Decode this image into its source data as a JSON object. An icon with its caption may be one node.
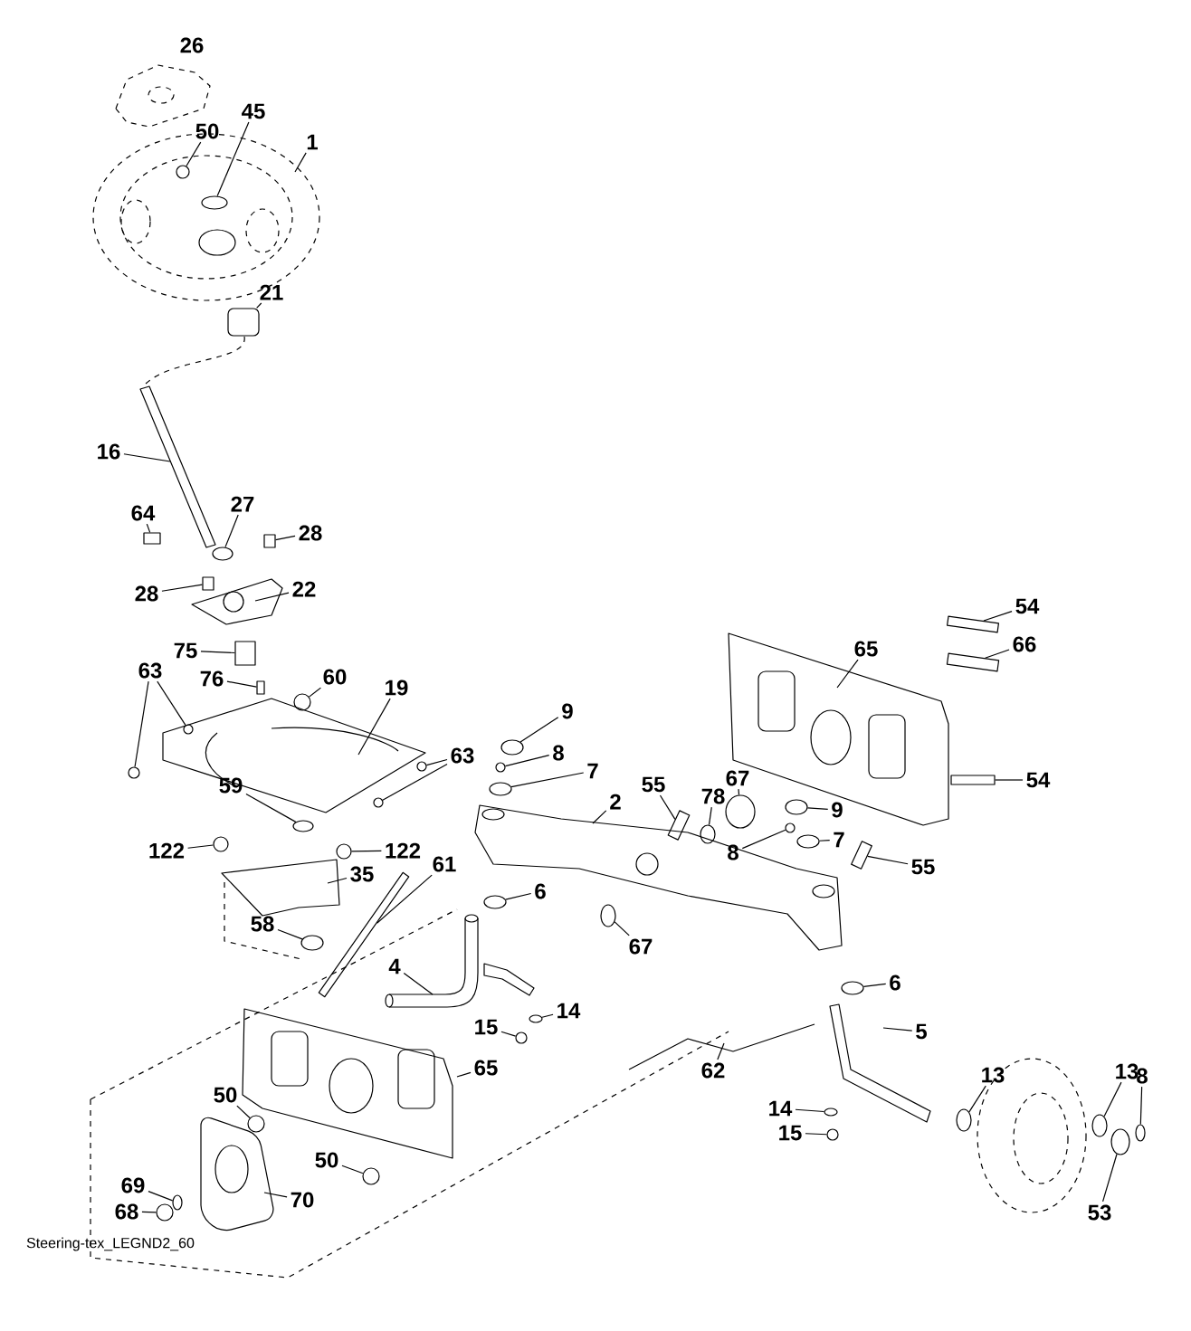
{
  "diagram": {
    "nodes": [
      {
        "text": [
          "50"
        ]
      },
      {
        "text": [
          "45"
        ]
      },
      {
        "text": [
          "1"
        ]
      },
      {
        "text": [
          "21"
        ]
      },
      {
        "text": [
          "16"
        ]
      },
      {
        "text": [
          "64"
        ]
      },
      {
        "text": [
          "27"
        ]
      },
      {
        "text": [
          "28"
        ]
      },
      {
        "text": [
          "28"
        ]
      },
      {
        "text": [
          "22"
        ]
      },
      {
        "text": [
          "75"
        ]
      },
      {
        "text": [
          "76"
        ]
      },
      {
        "text": [
          "60"
        ]
      },
      {
        "text": [
          "63"
        ]
      },
      {
        "text": [
          "19"
        ]
      },
      {
        "text": [
          "63"
        ]
      },
      {
        "text": [
          "59"
        ]
      },
      {
        "text": [
          "122"
        ]
      },
      {
        "text": [
          "122"
        ]
      },
      {
        "text": [
          "35"
        ]
      },
      {
        "text": [
          "58"
        ]
      },
      {
        "text": [
          "61"
        ]
      },
      {
        "text": [
          "9"
        ]
      },
      {
        "text": [
          "8"
        ]
      },
      {
        "text": [
          "7"
        ]
      },
      {
        "text": [
          "55"
        ]
      },
      {
        "text": [
          "78"
        ]
      },
      {
        "text": [
          "67"
        ]
      },
      {
        "text": [
          "2"
        ]
      },
      {
        "text": [
          "65"
        ]
      },
      {
        "text": [
          "54"
        ]
      },
      {
        "text": [
          "66"
        ]
      },
      {
        "text": [
          "54"
        ]
      },
      {
        "text": [
          "9"
        ]
      },
      {
        "text": [
          "7"
        ]
      },
      {
        "text": [
          "8"
        ]
      },
      {
        "text": [
          "55"
        ]
      },
      {
        "text": [
          "6"
        ]
      },
      {
        "text": [
          "67"
        ]
      },
      {
        "text": [
          "4"
        ]
      },
      {
        "text": [
          "14"
        ]
      },
      {
        "text": [
          "15"
        ]
      },
      {
        "text": [
          "6"
        ]
      },
      {
        "text": [
          "5"
        ]
      },
      {
        "text": [
          "65"
        ]
      },
      {
        "text": [
          "62"
        ]
      },
      {
        "text": [
          "13"
        ]
      },
      {
        "text": [
          "13"
        ]
      },
      {
        "text": [
          "8"
        ]
      },
      {
        "text": [
          "53"
        ]
      },
      {
        "text": [
          "14"
        ]
      },
      {
        "text": [
          "15"
        ]
      },
      {
        "text": [
          "50"
        ]
      },
      {
        "text": [
          "50"
        ]
      },
      {
        "text": [
          "69"
        ]
      },
      {
        "text": [
          "68"
        ]
      },
      {
        "text": [
          "70"
        ]
      },
      {
        "text": [],
        "shape": "circle"
      },
      {
        "text": [],
        "shape": "circle"
      },
      {
        "text": [],
        "shape": "cylinder"
      },
      {
        "text": [],
        "shape": "box"
      },
      {
        "text": [],
        "shape": "circle"
      },
      {
        "text": [],
        "shape": "box"
      },
      {
        "text": [],
        "shape": "box"
      },
      {
        "text": [],
        "shape": "box"
      },
      {
        "text": [],
        "shape": "box"
      },
      {
        "text": [],
        "shape": "circle"
      },
      {
        "text": [],
        "shape": "circle"
      },
      {
        "text": [],
        "shape": "circle"
      },
      {
        "text": [],
        "shape": "circle"
      },
      {
        "text": [],
        "shape": "circle"
      },
      {
        "text": [],
        "shape": "circle"
      },
      {
        "text": [],
        "shape": "circle"
      },
      {
        "text": [],
        "shape": "circle"
      },
      {
        "text": [],
        "shape": "circle"
      },
      {
        "text": [],
        "shape": "circle"
      },
      {
        "text": [],
        "shape": "circle"
      },
      {
        "text": [],
        "shape": "circle"
      },
      {
        "text": [],
        "shape": "box"
      },
      {
        "text": [],
        "shape": "circle"
      },
      {
        "text": [],
        "shape": "circle"
      },
      {
        "text": [],
        "shape": "box"
      },
      {
        "text": [],
        "shape": "box"
      },
      {
        "text": [],
        "shape": "box"
      },
      {
        "text": [],
        "shape": "circle"
      },
      {
        "text": [],
        "shape": "circle"
      },
      {
        "text": [],
        "shape": "circle"
      },
      {
        "text": [],
        "shape": "box"
      },
      {
        "text": [],
        "shape": "circle"
      },
      {
        "text": [],
        "shape": "circle"
      },
      {
        "text": [],
        "shape": "circle"
      },
      {
        "text": [],
        "shape": "circle"
      },
      {
        "text": [],
        "shape": "circle"
      },
      {
        "text": [],
        "shape": "circle"
      },
      {
        "text": [],
        "shape": "circle"
      },
      {
        "text": [],
        "shape": "circle"
      },
      {
        "text": [],
        "shape": "circle"
      },
      {
        "text": [],
        "shape": "circle"
      },
      {
        "text": [],
        "shape": "circle"
      },
      {
        "text": [],
        "shape": "circle"
      },
      {
        "text": [],
        "shape": "circle"
      },
      {
        "text": [],
        "shape": "circle"
      },
      {
        "text": [],
        "shape": "circle"
      },
      {
        "text": [],
        "shape": "bar"
      }
    ],
    "edges": [
      {
        "from": 0,
        "to": 57,
        "arrow": "none"
      },
      {
        "from": 1,
        "to": 58,
        "arrow": "none"
      },
      {
        "from": 2,
        "to": null,
        "arrow": "none"
      },
      {
        "from": 3,
        "to": 59,
        "arrow": "none"
      },
      {
        "from": 4,
        "to": null,
        "arrow": "none"
      },
      {
        "from": 5,
        "to": 60,
        "arrow": "none"
      },
      {
        "from": 6,
        "to": 61,
        "arrow": "none"
      },
      {
        "from": 7,
        "to": 62,
        "arrow": "none"
      },
      {
        "from": 8,
        "to": 63,
        "arrow": "none"
      },
      {
        "from": 9,
        "to": null,
        "arrow": "none"
      },
      {
        "from": 10,
        "to": 64,
        "arrow": "none"
      },
      {
        "from": 11,
        "to": 65,
        "arrow": "none"
      },
      {
        "from": 12,
        "to": 66,
        "arrow": "none"
      },
      {
        "from": 13,
        "to": 67,
        "arrow": "none"
      },
      {
        "from": 13,
        "to": 68,
        "arrow": "none"
      },
      {
        "from": 14,
        "to": null,
        "arrow": "none"
      },
      {
        "from": 15,
        "to": 69,
        "arrow": "none"
      },
      {
        "from": 15,
        "to": 70,
        "arrow": "none"
      },
      {
        "from": 16,
        "to": 71,
        "arrow": "none"
      },
      {
        "from": 17,
        "to": 72,
        "arrow": "none"
      },
      {
        "from": 18,
        "to": 73,
        "arrow": "none"
      },
      {
        "from": 19,
        "to": null,
        "arrow": "none"
      },
      {
        "from": 20,
        "to": 74,
        "arrow": "none"
      },
      {
        "from": 21,
        "to": 103,
        "arrow": "none"
      },
      {
        "from": 22,
        "to": 75,
        "arrow": "none"
      },
      {
        "from": 23,
        "to": 76,
        "arrow": "none"
      },
      {
        "from": 24,
        "to": 77,
        "arrow": "none"
      },
      {
        "from": 25,
        "to": 78,
        "arrow": "none"
      },
      {
        "from": 26,
        "to": 79,
        "arrow": "none"
      },
      {
        "from": 27,
        "to": 80,
        "arrow": "none"
      },
      {
        "from": 28,
        "to": null,
        "arrow": "none"
      },
      {
        "from": 29,
        "to": null,
        "arrow": "none"
      },
      {
        "from": 30,
        "to": 81,
        "arrow": "none"
      },
      {
        "from": 31,
        "to": 82,
        "arrow": "none"
      },
      {
        "from": 32,
        "to": 83,
        "arrow": "none"
      },
      {
        "from": 33,
        "to": 84,
        "arrow": "none"
      },
      {
        "from": 34,
        "to": 85,
        "arrow": "none"
      },
      {
        "from": 35,
        "to": 86,
        "arrow": "none"
      },
      {
        "from": 36,
        "to": 87,
        "arrow": "none"
      },
      {
        "from": 37,
        "to": 88,
        "arrow": "none"
      },
      {
        "from": 38,
        "to": 89,
        "arrow": "none"
      },
      {
        "from": 39,
        "to": null,
        "arrow": "none"
      },
      {
        "from": 40,
        "to": 90,
        "arrow": "none"
      },
      {
        "from": 41,
        "to": 91,
        "arrow": "none"
      },
      {
        "from": 42,
        "to": 92,
        "arrow": "none"
      },
      {
        "from": 43,
        "to": null,
        "arrow": "none"
      },
      {
        "from": 44,
        "to": null,
        "arrow": "none"
      },
      {
        "from": 45,
        "to": null,
        "arrow": "none"
      },
      {
        "from": 46,
        "to": 93,
        "arrow": "none"
      },
      {
        "from": 47,
        "to": 94,
        "arrow": "none"
      },
      {
        "from": 48,
        "to": 95,
        "arrow": "none"
      },
      {
        "from": 49,
        "to": 96,
        "arrow": "none"
      },
      {
        "from": 50,
        "to": 97,
        "arrow": "none"
      },
      {
        "from": 51,
        "to": 98,
        "arrow": "none"
      },
      {
        "from": 52,
        "to": 99,
        "arrow": "none"
      },
      {
        "from": 53,
        "to": 100,
        "arrow": "none"
      },
      {
        "from": 54,
        "to": 101,
        "arrow": "none"
      },
      {
        "from": 55,
        "to": 102,
        "arrow": "none"
      },
      {
        "from": 56,
        "to": null,
        "arrow": "none"
      }
    ],
    "labels": [
      "26",
      "Steering-tex_LEGND2_60"
    ]
  }
}
